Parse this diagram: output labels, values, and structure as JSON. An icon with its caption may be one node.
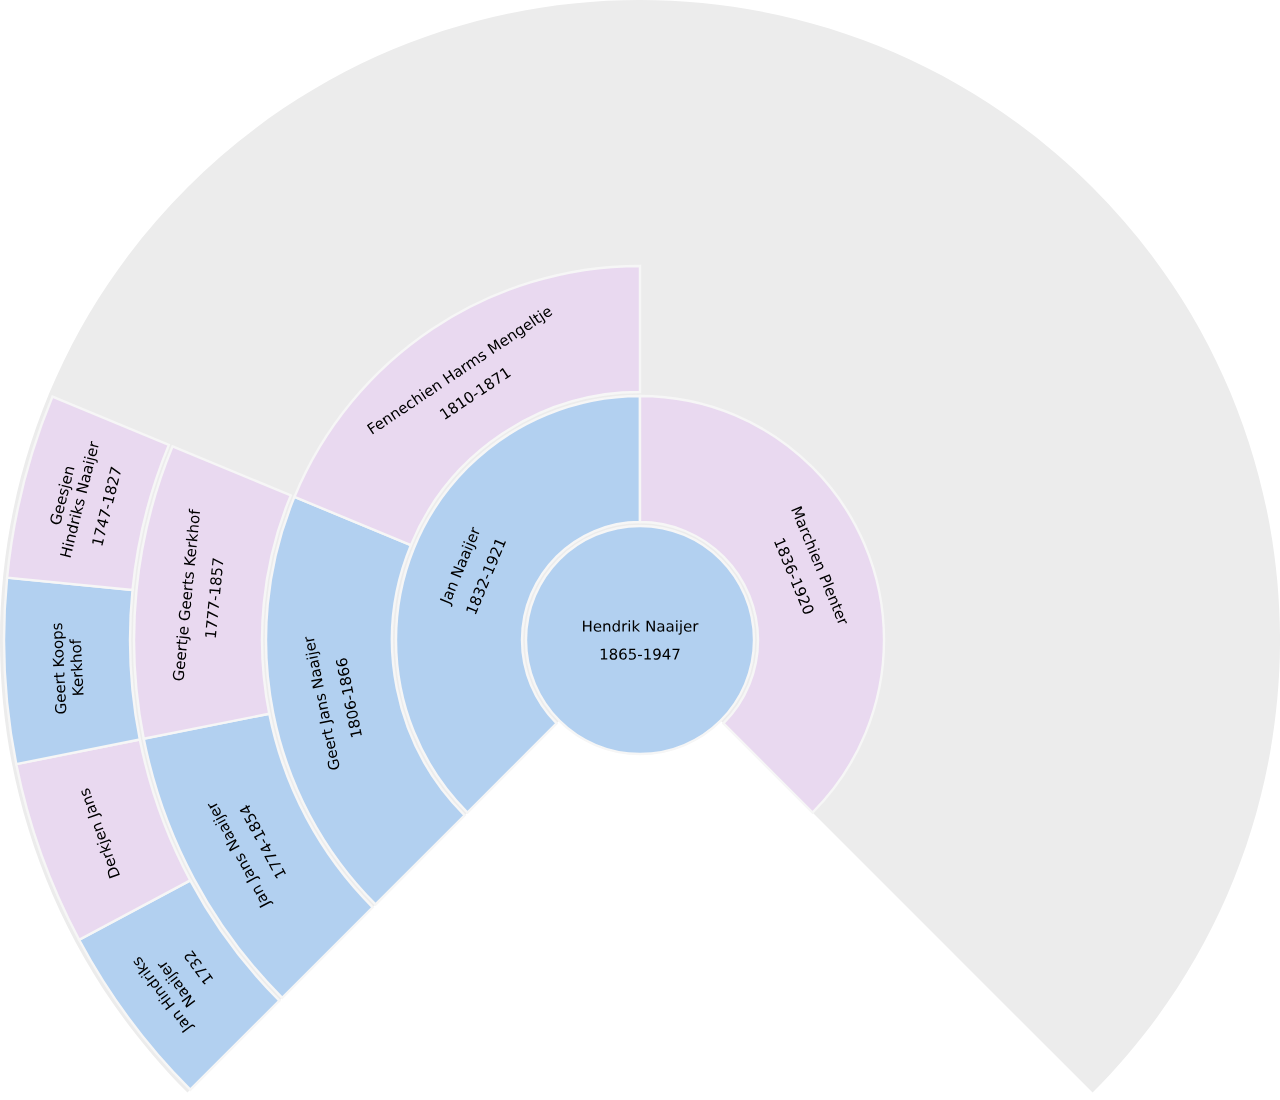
{
  "diagram": {
    "nodes": [
      {
        "text": [
          "Hendrik Naaijer",
          "1865-1947"
        ]
      },
      {
        "text": [
          "Jan Naaijer",
          "1832-1921"
        ]
      },
      {
        "text": [
          "Marchien Plenter",
          "1836-1920"
        ]
      },
      {
        "text": [
          "Geert Jans Naaijer",
          "1806-1866"
        ]
      },
      {
        "text": [
          "Fennechien Harms Mengeltje",
          "1810-1871"
        ]
      },
      {
        "text": [
          "Jan Jans Naaijer",
          "1774-1854"
        ]
      },
      {
        "text": [
          "Geertje Geerts Kerkhof",
          "1777-1857"
        ]
      },
      {
        "text": [
          "Jan Hindriks Naaijer",
          "1732"
        ]
      },
      {
        "text": [
          "Derkjen Jans"
        ]
      },
      {
        "text": [
          "Geert Koops Kerkhof"
        ]
      },
      {
        "text": [
          "Geesjen Hindriks Naaijer",
          "1747-1827"
        ]
      }
    ]
  }
}
